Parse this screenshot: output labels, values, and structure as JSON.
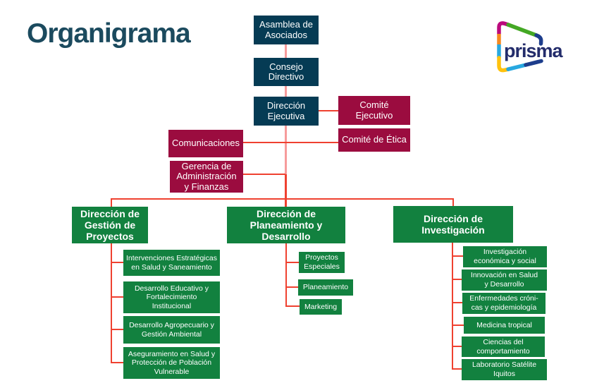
{
  "title": "Organigrama",
  "logo": {
    "wordmark": "prisma"
  },
  "colors": {
    "navy": "#053B54",
    "crimson": "#9B0C3F",
    "green": "#12813F",
    "salmon": "#F79B9B",
    "red": "#EF4130",
    "title": "#1B4A5E",
    "logo-text": "#232C6B",
    "logo-magenta": "#BB0A7D",
    "logo-orange": "#F6891F",
    "logo-lightblue": "#28A8E0",
    "logo-yellow": "#FFC20D",
    "logo-green": "#44A824",
    "logo-darkblue": "#1D3D8C"
  },
  "nodes": {
    "asamblea": {
      "label": "Asamblea de\nAsociados"
    },
    "consejo": {
      "label": "Consejo\nDirectivo"
    },
    "direccion_ejecutiva": {
      "label": "Dirección\nEjecutiva"
    },
    "comite_ejecutivo": {
      "label": "Comité\nEjecutivo"
    },
    "comite_etica": {
      "label": "Comité de Ética"
    },
    "comunicaciones": {
      "label": "Comunicaciones"
    },
    "gerencia_admin_finanzas": {
      "label": "Gerencia de\nAdministración\ny Finanzas"
    },
    "dir_gestion_proyectos": {
      "label": "Dirección de\nGestión de\nProyectos"
    },
    "dir_planeamiento": {
      "label": "Dirección de\nPlaneamiento y\nDesarrollo"
    },
    "dir_investigacion": {
      "label": "Dirección de\nInvestigación"
    },
    "intervenciones": {
      "label": "Intervenciones Estratégicas\nen Salud y Saneamiento"
    },
    "desarrollo_educativo": {
      "label": "Desarrollo Educativo y\nFortalecimiento\nInstitucional"
    },
    "desarrollo_agropecuario": {
      "label": "Desarrollo Agropecuario y\nGestión Ambiental"
    },
    "aseguramiento": {
      "label": "Aseguramiento en Salud y\nProtección de Población\nVulnerable"
    },
    "proyectos_especiales": {
      "label": "Proyectos\nEspeciales"
    },
    "planeamiento": {
      "label": "Planeamiento"
    },
    "marketing": {
      "label": "Marketing"
    },
    "inv_economica": {
      "label": "Investigación\neconómica y social"
    },
    "innovacion": {
      "label": "Innovación en Salud\ny Desarrollo"
    },
    "enfermedades": {
      "label": "Enfermedades cróni-\ncas y epidemiología"
    },
    "medicina_tropical": {
      "label": "Medicina tropical"
    },
    "ciencias_comportamiento": {
      "label": "Ciencias del\ncomportamiento"
    },
    "laboratorio_iquitos": {
      "label": "Laboratorio Satélite\nIquitos"
    }
  }
}
